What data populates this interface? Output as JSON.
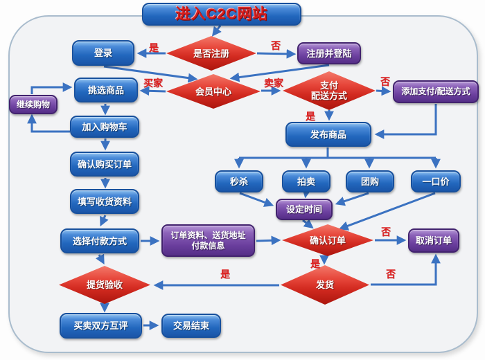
{
  "title": {
    "label": "进入C2C网站"
  },
  "nodes": {
    "register_check": {
      "label": "是否注册"
    },
    "login": {
      "label": "登录"
    },
    "register_login": {
      "label": "注册并登陆"
    },
    "member_center": {
      "label": "会员中心"
    },
    "pick_goods": {
      "label": "挑选商品"
    },
    "continue_shopping": {
      "label": "继续购物"
    },
    "payment_delivery_check": {
      "line1": "支付",
      "line2": "配送方式"
    },
    "add_payment_delivery": {
      "label": "添加支付/配送方式"
    },
    "publish_goods": {
      "label": "发布商品"
    },
    "add_to_cart": {
      "label": "加入购物车"
    },
    "confirm_purchase_order": {
      "label": "确认购买订单"
    },
    "fill_shipping_info": {
      "label": "填写收货资料"
    },
    "choose_payment_method": {
      "label": "选择付款方式"
    },
    "flash_sale": {
      "label": "秒杀"
    },
    "auction": {
      "label": "拍卖"
    },
    "group_buy": {
      "label": "团购"
    },
    "fixed_price": {
      "label": "一口价"
    },
    "set_time": {
      "label": "设定时间"
    },
    "order_info": {
      "line1": "订单资料、送货地址",
      "line2": "付款信息"
    },
    "confirm_order": {
      "label": "确认订单"
    },
    "cancel_order": {
      "label": "取消订单"
    },
    "ship_goods": {
      "label": "发货"
    },
    "pickup_inspect": {
      "label": "提货验收"
    },
    "mutual_review": {
      "label": "买卖双方互评"
    },
    "transaction_end": {
      "label": "交易结束"
    }
  },
  "edge_labels": {
    "register_yes": "是",
    "register_no": "否",
    "buyer": "买家",
    "seller": "卖家",
    "payment_no": "否",
    "payment_yes": "是",
    "confirm_no": "否",
    "confirm_yes": "是",
    "ship_no": "否",
    "ship_yes": "是"
  },
  "colors": {
    "arrow_blue": "#3b72c1",
    "node_blue": "#2267bd",
    "node_purple": "#6b3f9e",
    "diamond_red": "#d22a20",
    "edge_label_red": "#dd1f1f",
    "panel_border": "#a9bccd",
    "panel_bg": "#f2f3f5",
    "title_text": "#d41d1d"
  }
}
